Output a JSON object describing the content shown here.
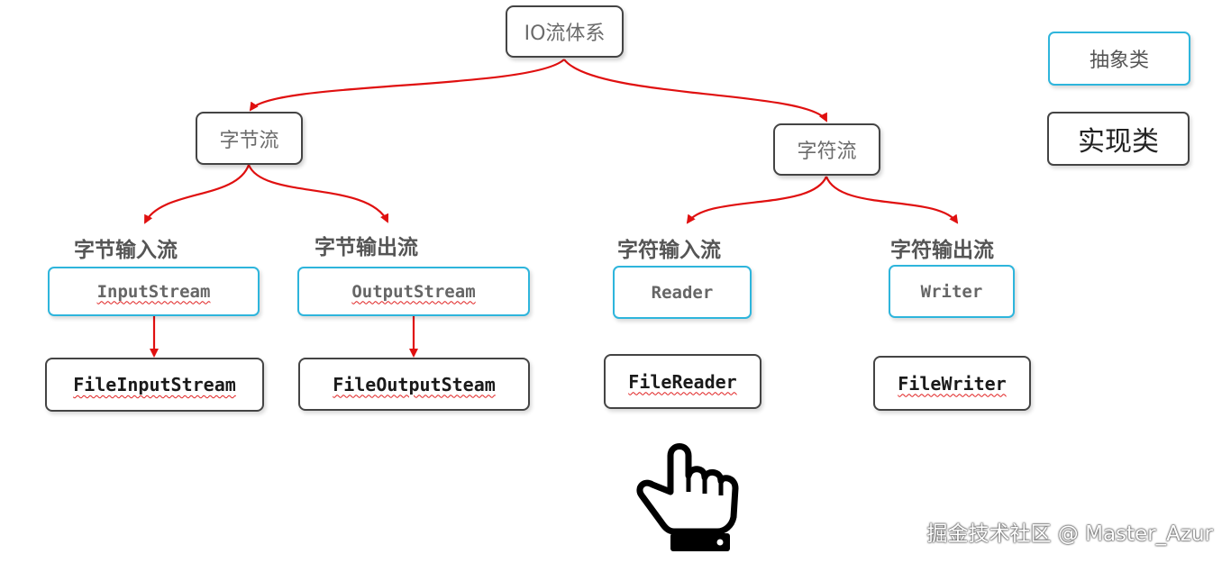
{
  "root": {
    "label": "IO流体系"
  },
  "categories": {
    "byte": "字节流",
    "char": "字符流"
  },
  "groups": [
    {
      "label": "字节输入流",
      "abstract": "InputStream",
      "impl": "FileInputStream"
    },
    {
      "label": "字节输出流",
      "abstract": "OutputStream",
      "impl": "FileOutputSteam"
    },
    {
      "label": "字符输入流",
      "abstract": "Reader",
      "impl": "FileReader"
    },
    {
      "label": "字符输出流",
      "abstract": "Writer",
      "impl": "FileWriter"
    }
  ],
  "legend": {
    "abstract": "抽象类",
    "impl": "实现类"
  },
  "watermark": "掘金技术社区 @ Master_Azur",
  "icons": {
    "pointer": "pointing-hand-icon"
  },
  "colors": {
    "arrow": "#e01010",
    "abstract_border": "#2eb5dc",
    "impl_border": "#444444"
  }
}
